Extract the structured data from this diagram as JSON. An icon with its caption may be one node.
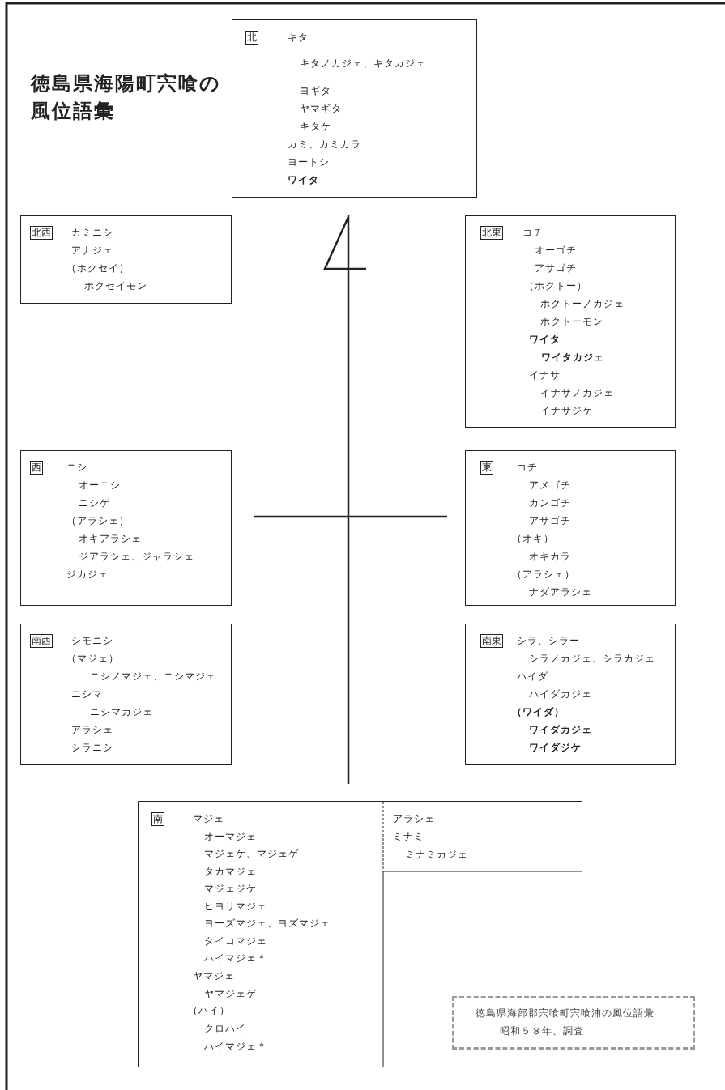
{
  "diagram": {
    "title": "徳島県海陽町宍喰の風位語彙",
    "nodes": [
      {
        "text": [
          "北",
          "キタ",
          "キタノカジェ、キタカジェ",
          "ヨギタ",
          "ヤマギタ",
          "キタケ",
          "カミ、カミカラ",
          "ヨートシ",
          "ワイタ"
        ]
      },
      {
        "text": [
          "北西",
          "カミニシ",
          "アナジェ",
          "（ホクセイ）",
          "ホクセイモン"
        ]
      },
      {
        "text": [
          "北東",
          "コチ",
          "オーゴチ",
          "アサゴチ",
          "（ホクトー）",
          "ホクトーノカジェ",
          "ホクトーモン",
          "ワイタ",
          "ワイタカジェ",
          "イナサ",
          "イナサノカジェ",
          "イナサジケ"
        ]
      },
      {
        "text": [
          "西",
          "ニシ",
          "オーニシ",
          "ニシゲ",
          "（アラシェ）",
          "オキアラシェ",
          "ジアラシェ、ジャラシェ",
          "ジカジェ"
        ]
      },
      {
        "text": [
          "東",
          "コチ",
          "アメゴチ",
          "カンゴチ",
          "アサゴチ",
          "（オキ）",
          "オキカラ",
          "（アラシェ）",
          "ナダアラシェ"
        ]
      },
      {
        "text": [
          "南西",
          "シモニシ",
          "（マジェ）",
          "ニシノマジェ、ニシマジェ",
          "ニシマ",
          "ニシマカジェ",
          "アラシェ",
          "シラニシ"
        ]
      },
      {
        "text": [
          "南東",
          "シラ、シラー",
          "シラノカジェ、シラカジェ",
          "ハイダ",
          "ハイダカジェ",
          "（ワイダ）",
          "ワイダカジェ",
          "ワイダジケ"
        ]
      },
      {
        "text": [
          "南",
          "マジェ",
          "オーマジェ",
          "マジェケ、マジェゲ",
          "タカマジェ",
          "マジェジケ",
          "ヒヨリマジェ",
          "ヨーズマジェ、ヨズマジェ",
          "タイコマジェ",
          "ハイマジェ＊",
          "ヤマジェ",
          "ヤマジェゲ",
          "（ハイ）",
          "クロハイ",
          "ハイマジェ＊",
          "アラシェ",
          "ミナミ",
          "ミナミカジェ"
        ]
      },
      {
        "text": [
          "徳島県海部郡宍喰町宍喰浦の風位語彙",
          "昭和５８年、調査"
        ]
      }
    ]
  }
}
